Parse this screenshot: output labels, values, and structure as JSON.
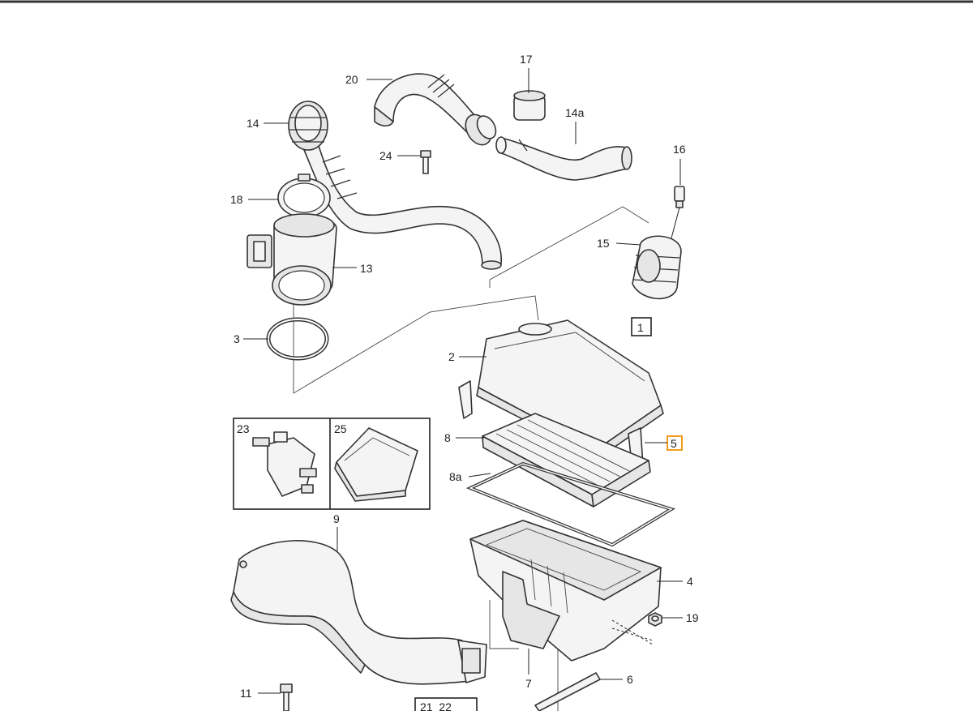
{
  "parts": {
    "p20": "20",
    "p17": "17",
    "p14": "14",
    "p14a": "14a",
    "p24": "24",
    "p16": "16",
    "p18": "18",
    "p15": "15",
    "p13": "13",
    "p1": "1",
    "p3": "3",
    "p2": "2",
    "p23": "23",
    "p25": "25",
    "p8": "8",
    "p5": "5",
    "p8a": "8a",
    "p9": "9",
    "p4": "4",
    "p19": "19",
    "p7": "7",
    "p6": "6",
    "p11": "11",
    "p21_22": "21  22"
  },
  "colors": {
    "highlight": "#f29b1d",
    "line": "#333333"
  }
}
